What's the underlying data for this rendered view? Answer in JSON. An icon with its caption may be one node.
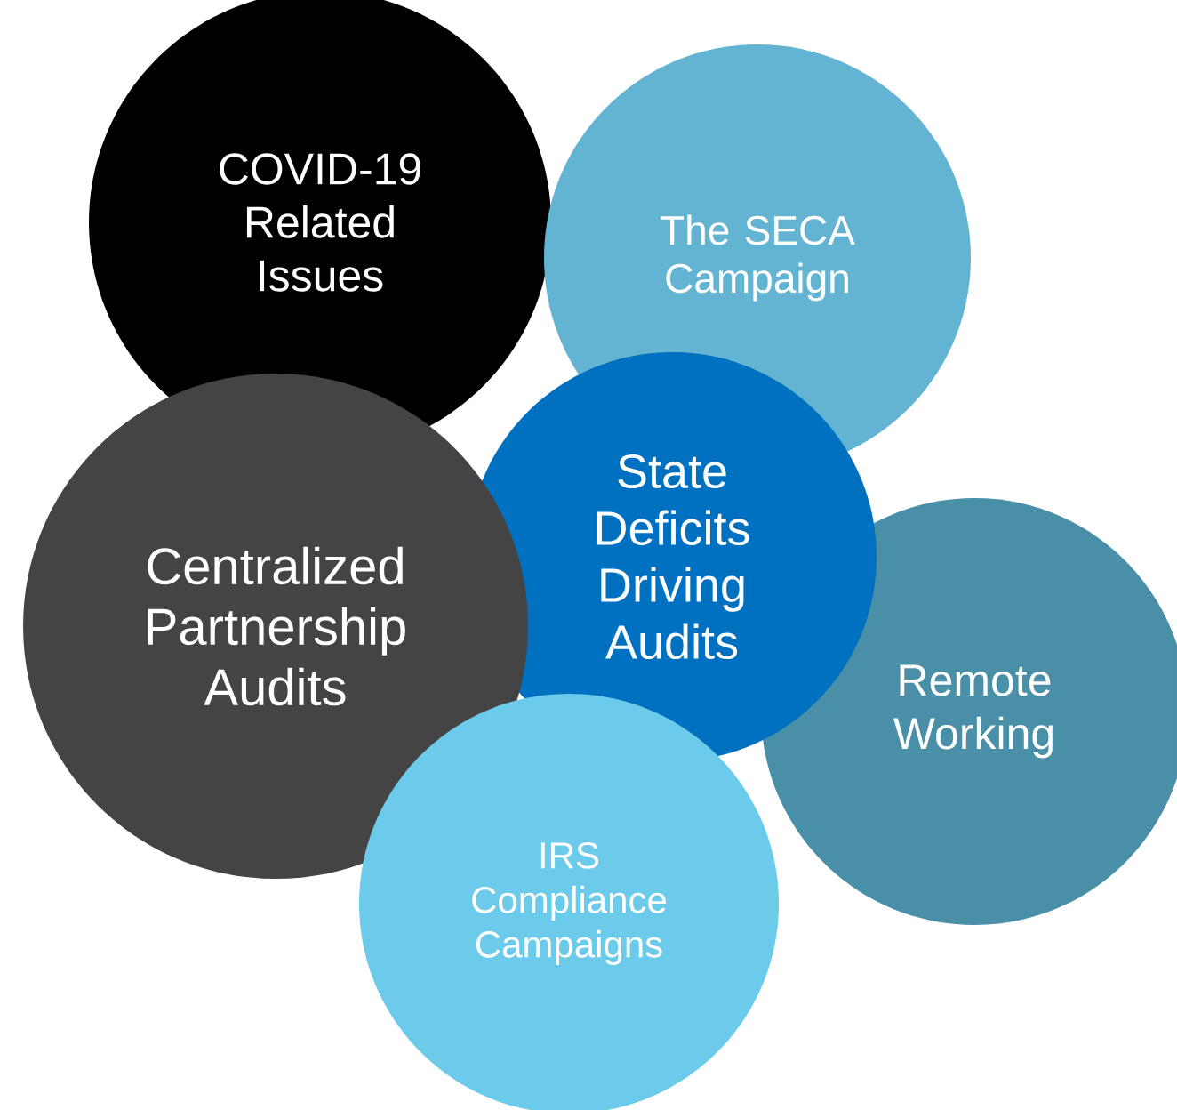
{
  "diagram": {
    "nodes": [
      {
        "text": [
          "COVID-19 Related Issues"
        ]
      },
      {
        "text": [
          "The SECA Campaign"
        ]
      },
      {
        "text": [
          "State Deficits Driving Audits"
        ]
      },
      {
        "text": [
          "Centralized Partnership Audits"
        ]
      },
      {
        "text": [
          "Remote Working"
        ]
      },
      {
        "text": [
          "IRS Compliance Campaigns"
        ]
      }
    ]
  }
}
